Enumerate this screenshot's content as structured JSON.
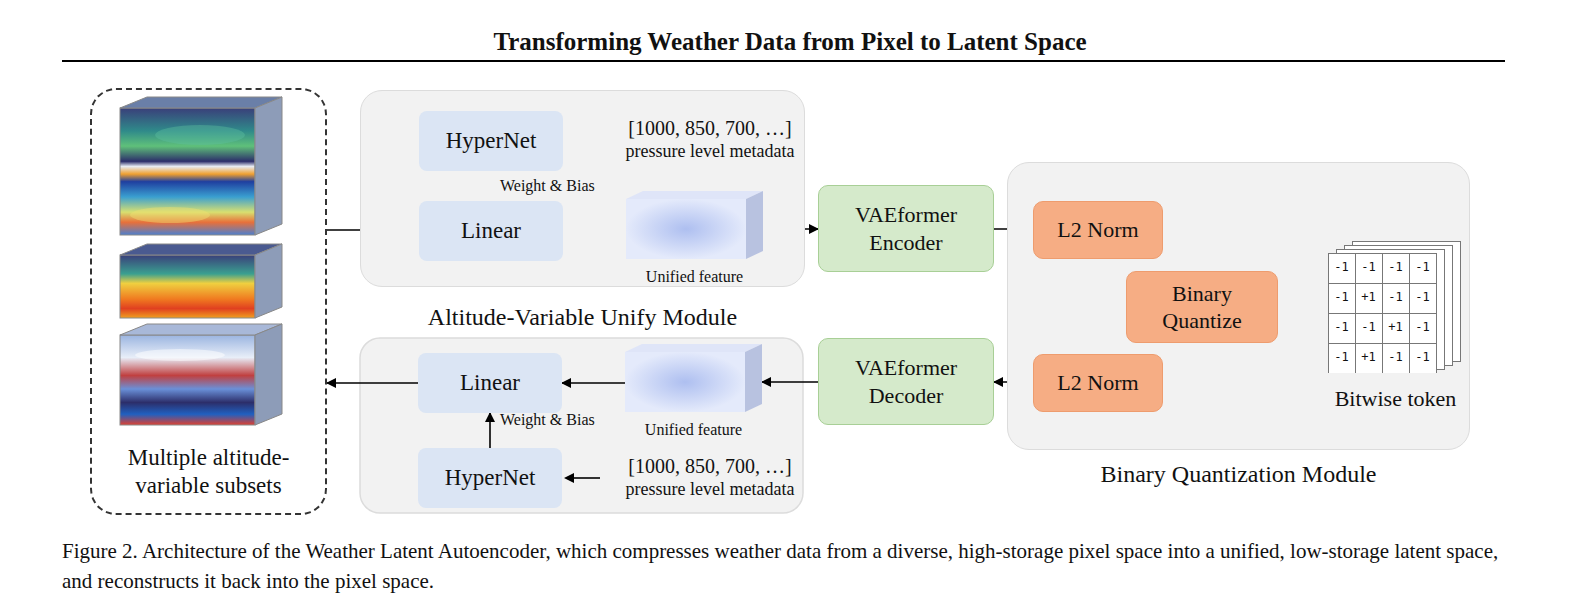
{
  "diagram": {
    "title": "Transforming Weather Data from Pixel to Latent Space",
    "caption": "Figure 2. Architecture of the Weather Latent Autoencoder, which compresses weather data from a diverse, high-storage pixel space into a unified, low-storage latent space, and reconstructs it back into the pixel space.",
    "nodes": [
      {
        "text": [
          "Multiple altitude- variable subsets"
        ]
      },
      {
        "text": [
          "Altitude-Variable Unify Module"
        ]
      },
      {
        "text": [
          "HyperNet"
        ],
        "in": 1
      },
      {
        "text": [
          "Linear"
        ],
        "in": 1
      },
      {
        "text": [
          "Unified feature"
        ],
        "in": 1
      },
      {
        "text": [
          "VAEformer Encoder"
        ]
      },
      {
        "text": [
          "Binary Quantization Module"
        ]
      },
      {
        "text": [
          "L2 Norm"
        ],
        "in": 6
      },
      {
        "text": [
          "Binary Quantize"
        ],
        "in": 6
      },
      {
        "text": [
          "Bitwise token"
        ],
        "in": 6
      },
      {
        "text": [
          "L2 Norm"
        ],
        "in": 6
      },
      {
        "text": [
          "VAEformer Decoder"
        ]
      },
      {
        "text": [
          "Unified feature"
        ]
      },
      {
        "text": [
          "Linear"
        ]
      },
      {
        "text": [
          "HyperNet"
        ]
      }
    ],
    "edges": [
      {
        "from": 0,
        "to": 3,
        "arrow": "to"
      },
      {
        "from": 2,
        "to": 3,
        "label": "Weight & Bias",
        "arrow": "to"
      },
      {
        "from": 3,
        "to": 4,
        "arrow": "to"
      },
      {
        "from": 4,
        "to": 5,
        "arrow": "to"
      },
      {
        "from": 5,
        "to": 7,
        "arrow": "to"
      },
      {
        "from": 7,
        "to": 8,
        "arrow": "to"
      },
      {
        "from": 8,
        "to": 9,
        "arrow": "to"
      },
      {
        "from": 8,
        "to": 10,
        "arrow": "to"
      },
      {
        "from": 10,
        "to": 11,
        "arrow": "to"
      },
      {
        "from": 11,
        "to": 12,
        "arrow": "to"
      },
      {
        "from": 12,
        "to": 13,
        "arrow": "to"
      },
      {
        "from": 14,
        "to": 13,
        "label": "Weight & Bias",
        "arrow": "to"
      },
      {
        "from": 13,
        "to": 0,
        "arrow": "to"
      }
    ],
    "labels": [
      "[1000, 850, 700, …]",
      "pressure level metadata",
      "[1000, 850, 700, …]",
      "pressure level metadata",
      "-1",
      "-1",
      "-1",
      "-1",
      "-1",
      "+1",
      "-1",
      "-1",
      "-1",
      "-1",
      "+1",
      "-1",
      "-1",
      "+1",
      "-1",
      "-1"
    ]
  }
}
